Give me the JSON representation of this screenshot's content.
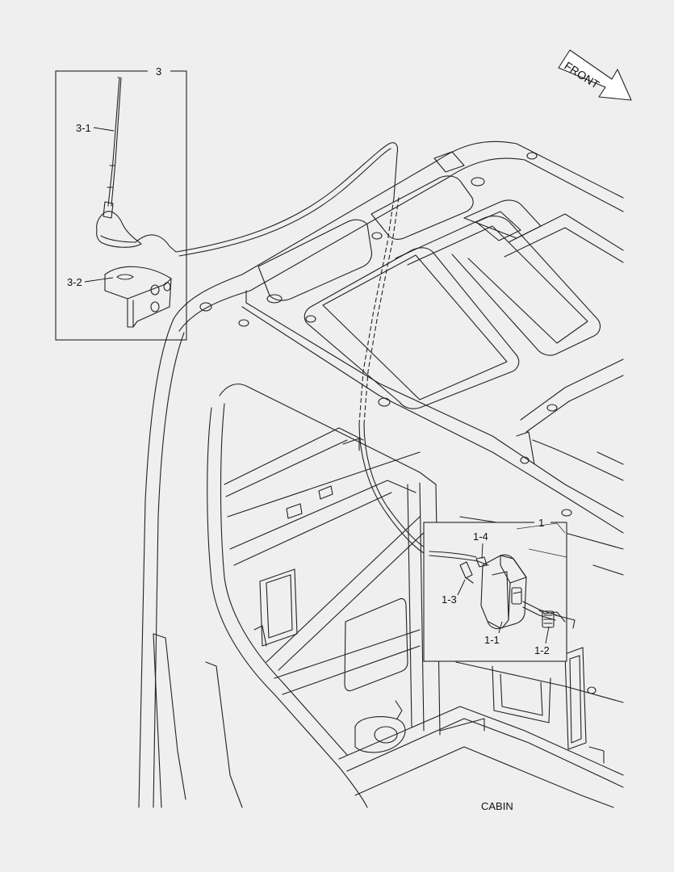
{
  "diagram": {
    "orientation_label": "FRONT",
    "caption": "CABIN",
    "callouts": {
      "group_3": "3",
      "antenna_rod": "3-1",
      "bracket": "3-2",
      "group_1": "1",
      "part_1_4": "1-4",
      "part_1_3": "1-3",
      "part_1_1": "1-1",
      "part_1_2": "1-2"
    }
  }
}
